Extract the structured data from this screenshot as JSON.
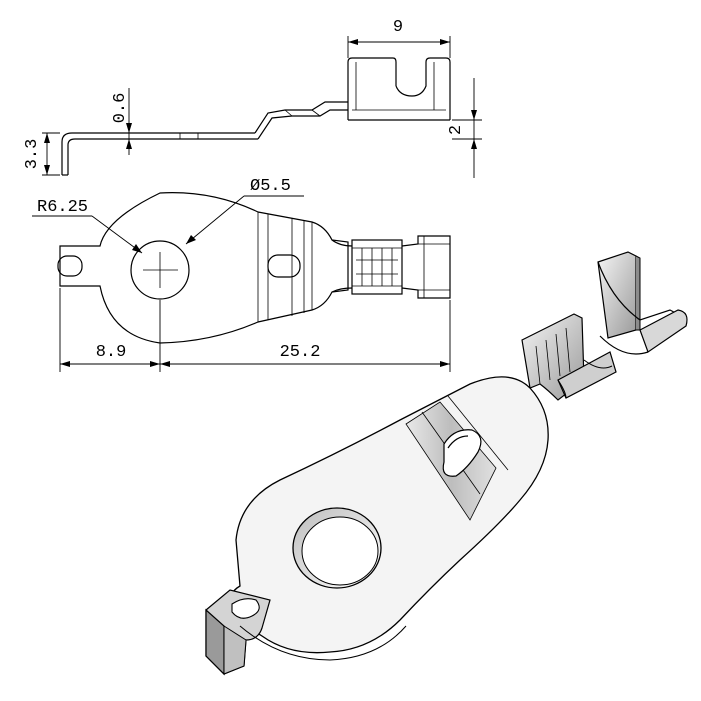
{
  "drawing": {
    "type": "technical-drawing",
    "subject": "ring tongue terminal with crimp barrel",
    "views": [
      "side-view",
      "top-view",
      "isometric-3d-view"
    ],
    "dimensions": {
      "top_width": "9",
      "step_thickness": "0.6",
      "side_height": "3.3",
      "barrel_height": "2",
      "ring_radius": "R6.25",
      "hole_diameter": "Ø5.5",
      "ring_to_center": "8.9",
      "center_to_end": "25.2"
    }
  },
  "colors": {
    "line": "#000000",
    "background": "#ffffff",
    "metal_light": "#f2f2f2",
    "metal_mid": "#c8c8c8",
    "metal_dark": "#8c8c8c"
  }
}
